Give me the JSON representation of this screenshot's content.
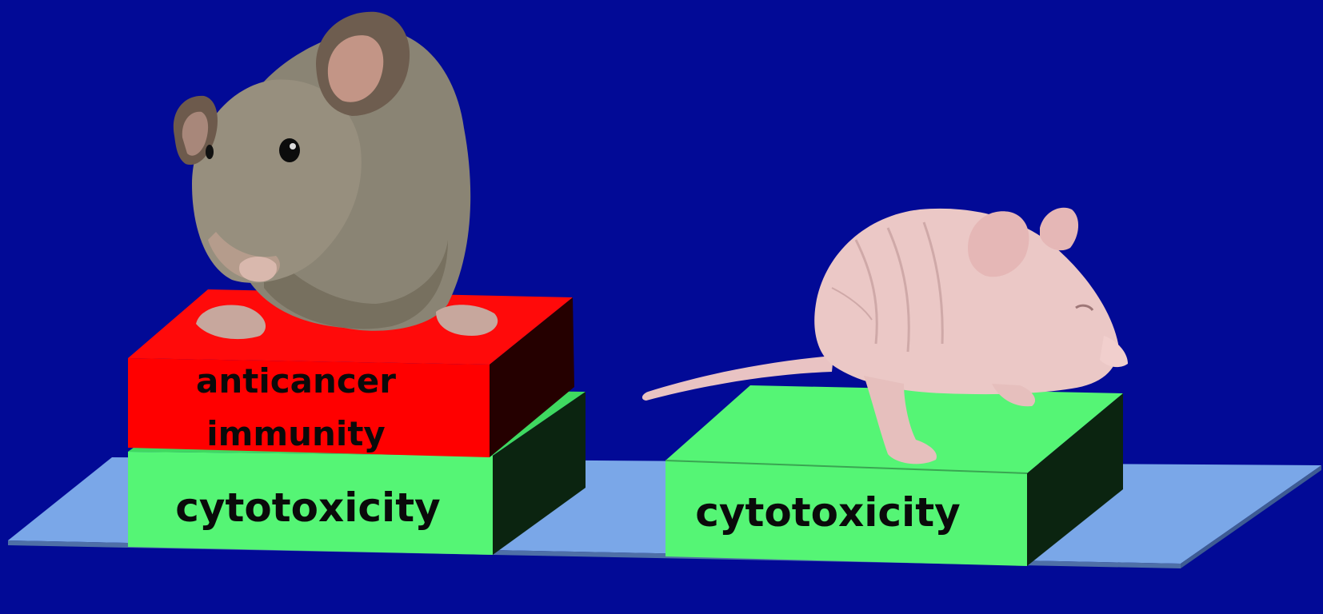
{
  "diagram": {
    "background_color": "#020a96",
    "platform_color": "#7aa7e8",
    "left_stack": {
      "top_block": {
        "label_line1": "anticancer",
        "label_line2": "immunity",
        "front_color": "#ff0000",
        "side_color": "#250000"
      },
      "bottom_block": {
        "label": "cytotoxicity",
        "front_color": "#55f575",
        "side_color": "#0b2410"
      },
      "figure": "grey-mouse-icon"
    },
    "right_stack": {
      "block": {
        "label": "cytotoxicity",
        "front_color": "#55f575",
        "side_color": "#0b2410"
      },
      "figure": "nude-mouse-icon"
    }
  }
}
